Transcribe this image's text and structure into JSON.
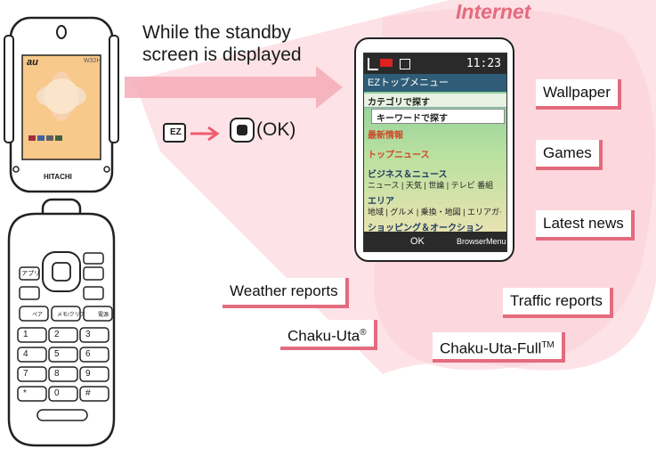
{
  "intro": {
    "line1": "While the standby",
    "line2": "screen is displayed"
  },
  "internet_title": "Internet",
  "instruction": {
    "key_label": "EZ",
    "ok_text": "(OK)"
  },
  "phone": {
    "brand": "au",
    "model": "W32H",
    "maker": "HITACHI",
    "keys": {
      "app": "アプリ",
      "pair": "ペア",
      "memo": "メモ/クリア",
      "call": "電源",
      "row1": [
        "1",
        "2",
        "3"
      ],
      "row2": [
        "4",
        "5",
        "6"
      ],
      "row3": [
        "7",
        "8",
        "9"
      ],
      "row4": [
        "*",
        "0",
        "#"
      ]
    }
  },
  "screen": {
    "status_time": "11:23",
    "menu_title": "EZトップメニュー",
    "items": [
      "カテゴリで探す",
      "キーワードで探す",
      "最新情報",
      "トップニュース",
      "ビジネス＆ニュース",
      "ニュース | 天気 | 世論 | テレビ 番組",
      "エリア",
      "地域 | グルメ | 乗換・地図 | エリアガイド",
      "ショッピング＆オークション"
    ],
    "softkey_ok": "OK",
    "softkey_right": "BrowserMenu"
  },
  "tags": {
    "wallpaper": "Wallpaper",
    "games": "Games",
    "latest_news": "Latest news",
    "weather": "Weather reports",
    "traffic": "Traffic reports",
    "chakuuta": "Chaku-Uta",
    "chakuuta_mark": "®",
    "chakuutafull": "Chaku-Uta-Full",
    "chakuutafull_mark": "TM"
  },
  "colors": {
    "accent": "#e46b7e",
    "fan": "#fde3e7",
    "arrow": "#ee5c6f"
  }
}
